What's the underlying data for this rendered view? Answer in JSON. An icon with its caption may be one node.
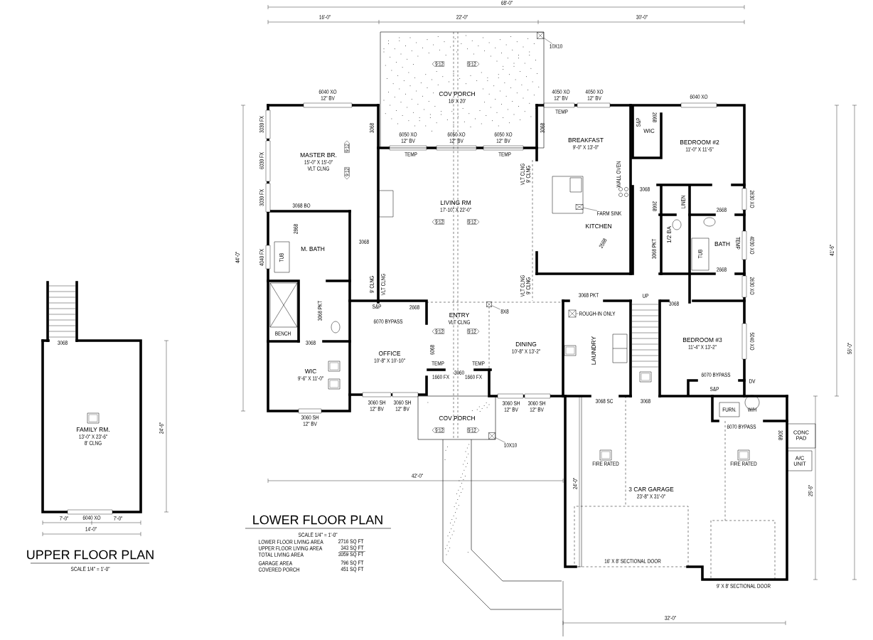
{
  "diagram": {
    "nodes": [
      {
        "text": [
          "10X10"
        ]
      },
      {
        "text": [
          "8X8"
        ]
      },
      {
        "text": [
          "FARM SINK"
        ]
      },
      {
        "text": [
          "ROUGH-IN ONLY"
        ]
      },
      {
        "text": [
          "10X10"
        ]
      },
      {
        "text": [],
        "shape": "box"
      },
      {
        "text": [],
        "shape": "box"
      },
      {
        "text": [],
        "shape": "box"
      },
      {
        "text": [],
        "shape": "box"
      },
      {
        "text": [],
        "shape": "box"
      }
    ],
    "edges": [
      {
        "from": 0,
        "to": 5,
        "arrow": "none"
      },
      {
        "from": 1,
        "to": 6,
        "arrow": "none"
      },
      {
        "from": 2,
        "to": 7,
        "arrow": "none"
      },
      {
        "from": 3,
        "to": 8,
        "arrow": "none"
      },
      {
        "from": 4,
        "to": 9,
        "arrow": "none"
      }
    ],
    "labels": [
      "68'-0\"",
      "16'-0\"",
      "22'-0\"",
      "30'-0\"",
      "9:12",
      "9:12",
      "COV PORCH",
      "16' X 20'",
      "6040 XO",
      "12\" BV",
      "4050 XO",
      "12\" BV",
      "4050 XO",
      "12\" BV",
      "TEMP",
      "6040 XO",
      "3030 FX",
      "6030 FX",
      "3030 FX",
      "3068",
      "3068",
      "6050 XO",
      "12\" BV",
      "6050 XO",
      "12\" BV",
      "6050 XO",
      "12\" BV",
      "MASTER BR.",
      "9:12",
      "TEMP",
      "TEMP",
      "15'-0\" X 15'-0\"",
      "VLT CLNG",
      "9:12",
      "VLT CLNG",
      "9' CLNG",
      "BREAKFAST",
      "9'-0\" X 13'-0\"",
      "S&P",
      "WIC",
      "2668",
      "BEDROOM #2",
      "11'-0\" X 11'-5\"",
      "WALL OVEN",
      "3068",
      "2668",
      "LINEN",
      "2668",
      "2630 XO",
      "KITCHEN",
      "2668",
      "1/2 BA",
      "3068 PKT",
      "TUB",
      "BATH",
      "TEMP",
      "4030 XO",
      "2668",
      "2630 XO",
      "LIVING RM",
      "17'-10\" X 22'-0\"",
      "9:12",
      "9:12",
      "3068 BO",
      "2868",
      "M. BATH",
      "TUB",
      "4040 FX",
      "3068",
      "9' CLNG",
      "VLT CLNG",
      "VLT CLNG",
      "9' CLNG",
      "3068 PKT",
      "S&P",
      "6070 BYPASS",
      "2668",
      "ENTRY",
      "VLT CLNG",
      "9:12",
      "9:12",
      "BENCH",
      "3068",
      "6068",
      "OFFICE",
      "10'-8\" X 10'-10\"",
      "DINING",
      "10'-8\" X 13'-2\"",
      "3068 PKT",
      "LAUNDRY",
      "UP",
      "3068",
      "BEDROOM #3",
      "11'-4\" X 13'-2\"",
      "5040 XO",
      "6070 BYPASS",
      "DV",
      "S&P",
      "WIC",
      "9'-6\" X 11'-0\"",
      "TEMP",
      "1660 FX",
      "3060",
      "TEMP",
      "1660 FX",
      "3060 SH",
      "12\" BV",
      "3060 SH",
      "12\" BV",
      "3060 SH",
      "12\" BV",
      "3060 SH",
      "12\" BV",
      "3060 SH",
      "12\" BV",
      "COV PORCH",
      "9:12",
      "9:12",
      "3068 SC",
      "3068",
      "FURN.",
      "W/H",
      "6070 BYPASS",
      "3068",
      "CONC PAD",
      "A/C UNIT",
      "FIRE RATED",
      "FIRE RATED",
      "24'-0\"",
      "3 CAR GARAGE",
      "23'-8\" X 31'-0\"",
      "16' X 8' SECTIONAL DOOR",
      "9' X 8' SECTIONAL DOOR",
      "42'-0\"",
      "41'-6\"",
      "56'-0\"",
      "25'-6\"",
      "44'-0\"",
      "32'-0\"",
      "LOWER FLOOR PLAN",
      "SCALE 1/4\" = 1'-0\"",
      "LOWER FLOOR LIVING AREA",
      "2716 SQ FT",
      "UPPER FLOOR LIVING AREA",
      "343 SQ FT",
      "TOTAL LIVING AREA",
      "3059 SQ FT",
      "GARAGE AREA",
      "796 SQ FT",
      "COVERED PORCH",
      "451 SQ FT",
      "3068",
      "FAMILY RM.",
      "13'-0\" X 23'-6\"",
      "8' CLNG",
      "24'-6\"",
      "7'-0\"",
      "6040 XO",
      "7'-0\"",
      "14'-0\"",
      "UPPER FLOOR PLAN",
      "SCALE 1/4\" = 1'-0\""
    ]
  }
}
